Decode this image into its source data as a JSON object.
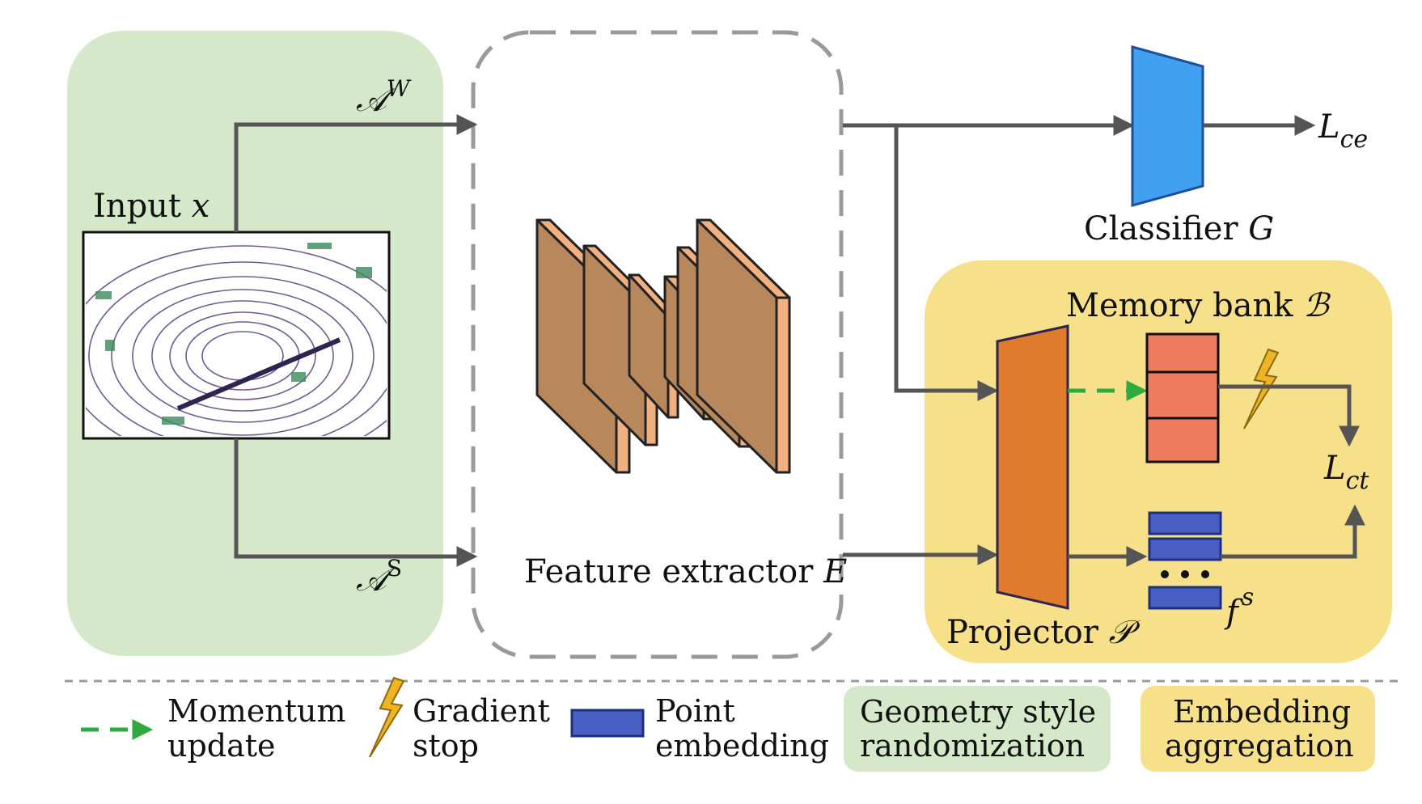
{
  "input": {
    "label": "Input ",
    "var": "x"
  },
  "aug_weak": {
    "symbol": "𝒜",
    "sup": "W"
  },
  "aug_strong": {
    "symbol": "𝒜",
    "sup": "S"
  },
  "feature_extractor": {
    "label": "Feature extractor ",
    "var": "E"
  },
  "classifier": {
    "label": "Classifier ",
    "var": "G"
  },
  "loss_ce": {
    "base": "L",
    "sub": "ce"
  },
  "memory_bank": {
    "label": "Memory bank ",
    "var": "ℬ"
  },
  "loss_ct": {
    "base": "L",
    "sub": "ct"
  },
  "projector": {
    "label": "Projector ",
    "var": "𝒫"
  },
  "feature_s": {
    "base": "f",
    "sup": "s"
  },
  "legend": {
    "momentum": [
      "Momentum",
      "update"
    ],
    "gradient": [
      "Gradient",
      "stop"
    ],
    "point": [
      "Point",
      "embedding"
    ],
    "geometry": [
      "Geometry style",
      "randomization"
    ],
    "embedding": [
      "Embedding",
      "aggregation"
    ]
  },
  "colors": {
    "green_region": "#d5e8c9",
    "yellow_region": "#f7e08a",
    "classifier": "#3fa1f0",
    "projector": "#e07b2d",
    "memory_bank": "#ef7b5e",
    "point_embedding": "#4a5fc4",
    "momentum_arrow": "#2eaa3e",
    "gradient_stop": "#f0b323",
    "arrow": "#555555",
    "conv_face": "#b8875c"
  }
}
